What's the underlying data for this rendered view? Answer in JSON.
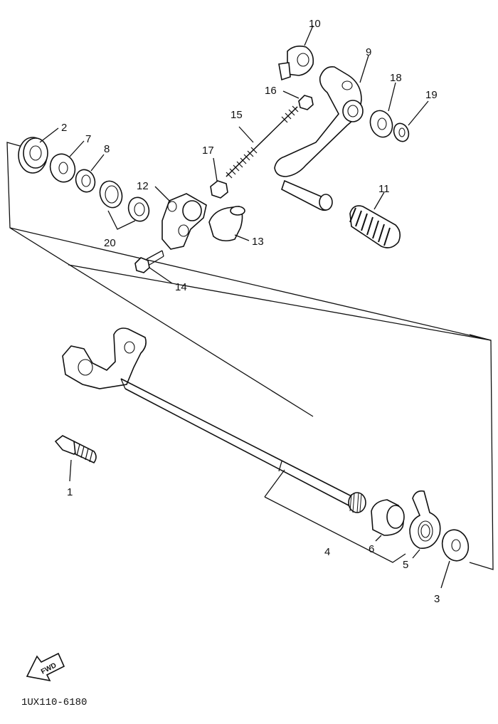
{
  "diagram": {
    "callouts": [
      "1",
      "2",
      "3",
      "4",
      "5",
      "6",
      "7",
      "8",
      "9",
      "10",
      "11",
      "12",
      "13",
      "14",
      "15",
      "16",
      "17",
      "18",
      "19",
      "20"
    ],
    "drawing_code": "1UX110-6180",
    "fwd_label": "FWD"
  }
}
